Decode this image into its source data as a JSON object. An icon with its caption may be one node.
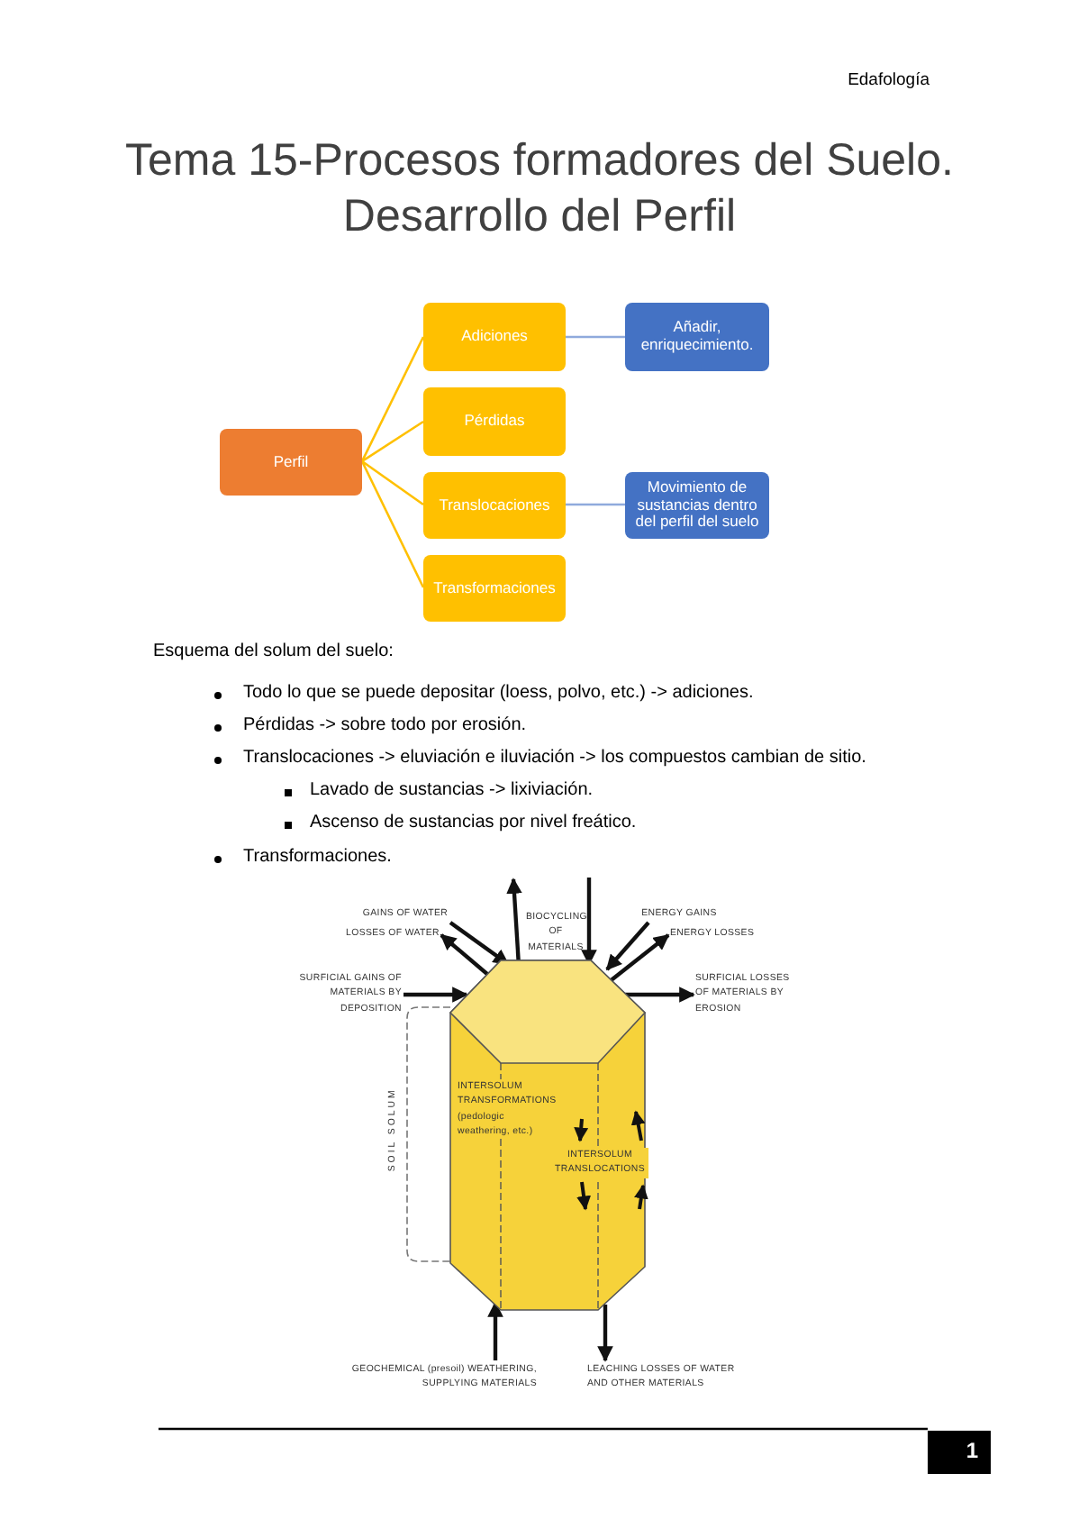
{
  "diagram": {
    "title": "Tema 15-Procesos formadores del Suelo. Desarrollo del Perfil",
    "nodes": [
      {
        "text": [
          "Perfil"
        ]
      },
      {
        "text": [
          "Adiciones"
        ]
      },
      {
        "text": [
          "Pérdidas"
        ]
      },
      {
        "text": [
          "Translocaciones"
        ]
      },
      {
        "text": [
          "Transformaciones"
        ]
      },
      {
        "text": [
          "Añadir, enriquecimiento."
        ]
      },
      {
        "text": [
          "Movimiento de sustancias dentro del perfil del suelo"
        ]
      },
      {
        "text": [
          "INTERSOLUM TRANSFORMATIONS (pedologic weathering, etc.)",
          "INTERSOLUM TRANSLOCATIONS"
        ]
      },
      {
        "text": [
          "GAINS OF WATER"
        ]
      },
      {
        "text": [
          "LOSSES OF WATER"
        ]
      },
      {
        "text": [
          "ENERGY GAINS"
        ]
      },
      {
        "text": [
          "ENERGY LOSSES"
        ]
      },
      {
        "text": [
          "SURFICIAL GAINS OF MATERIALS BY DEPOSITION"
        ]
      },
      {
        "text": [
          "SURFICIAL LOSSES OF MATERIALS BY EROSION"
        ]
      },
      {
        "text": [
          "GEOCHEMICAL (presoil) WEATHERING, SUPPLYING MATERIALS"
        ]
      },
      {
        "text": [
          "LEACHING LOSSES OF WATER AND OTHER MATERIALS"
        ]
      }
    ],
    "edges": [
      {
        "from": 0,
        "to": 1,
        "arrow": "none",
        "color": "#ffc000"
      },
      {
        "from": 0,
        "to": 2,
        "arrow": "none",
        "color": "#ffc000"
      },
      {
        "from": 0,
        "to": 3,
        "arrow": "none",
        "color": "#ffc000"
      },
      {
        "from": 0,
        "to": 4,
        "arrow": "none",
        "color": "#ffc000"
      },
      {
        "from": 1,
        "to": 5,
        "arrow": "none",
        "color": "#8faadc"
      },
      {
        "from": 3,
        "to": 6,
        "arrow": "none",
        "color": "#8faadc"
      },
      {
        "from": 8,
        "to": 7,
        "arrow": "to"
      },
      {
        "from": 7,
        "to": 9,
        "arrow": "to"
      },
      {
        "from": 7,
        "to": null,
        "arrow": "to"
      },
      {
        "from": null,
        "to": 7,
        "arrow": "to"
      },
      {
        "from": 10,
        "to": 7,
        "arrow": "to"
      },
      {
        "from": 7,
        "to": 11,
        "arrow": "to"
      },
      {
        "from": 12,
        "to": 7,
        "arrow": "to"
      },
      {
        "from": 7,
        "to": 13,
        "arrow": "to"
      },
      {
        "from": 14,
        "to": 7,
        "arrow": "to"
      },
      {
        "from": 7,
        "to": 15,
        "arrow": "to"
      }
    ],
    "labels": [
      "Edafología",
      "Esquema del solum del suelo:",
      "Todo lo que se puede depositar (loess, polvo, etc.) -> adiciones.",
      "Pérdidas -> sobre todo por erosión.",
      "Translocaciones -> eluviación e iluviación -> los compuestos cambian de sitio.",
      "Lavado de sustancias -> lixiviación.",
      "Ascenso de sustancias por nivel freático.",
      "Transformaciones.",
      "BIOCYCLING OF MATERIALS",
      "SOIL SOLUM",
      "1"
    ]
  }
}
